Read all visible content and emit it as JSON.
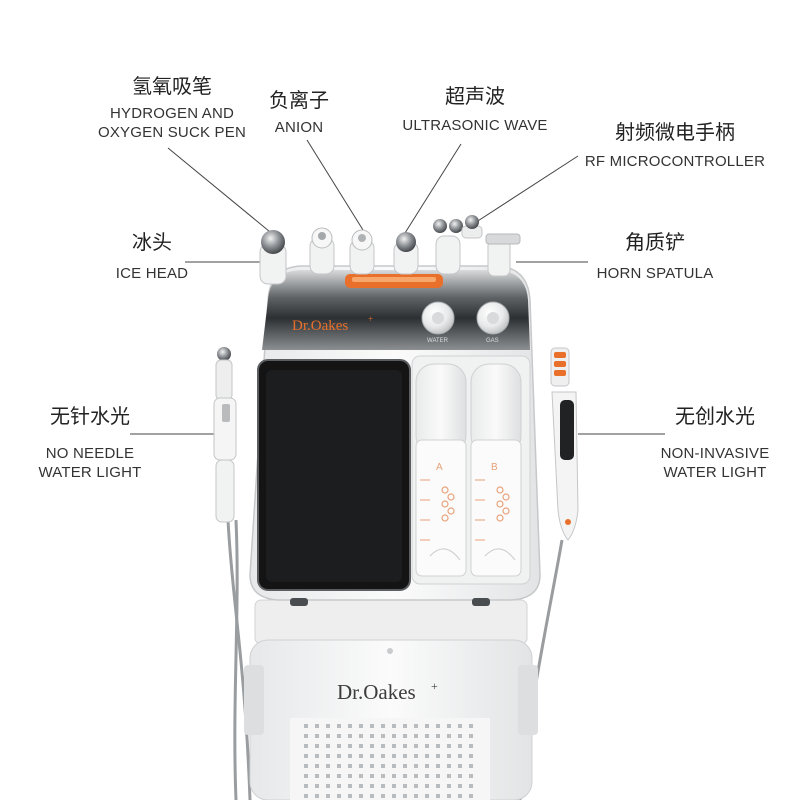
{
  "brand": "Dr.Oakes",
  "knob_labels": {
    "left": "WATER",
    "right": "GAS"
  },
  "bottle_labels": {
    "left": "A",
    "right": "B"
  },
  "callouts": {
    "hydrogen": {
      "zh": "氢氧吸笔",
      "en_line1": "HYDROGEN AND",
      "en_line2": "OXYGEN SUCK PEN"
    },
    "anion": {
      "zh": "负离子",
      "en": "ANION"
    },
    "ultrasonic": {
      "zh": "超声波",
      "en": "ULTRASONIC WAVE"
    },
    "rf": {
      "zh": "射频微电手柄",
      "en": "RF MICROCONTROLLER"
    },
    "ice": {
      "zh": "冰头",
      "en": "ICE HEAD"
    },
    "horn": {
      "zh": "角质铲",
      "en": "HORN SPATULA"
    },
    "no_needle": {
      "zh": "无针水光",
      "en_line1": "NO NEEDLE",
      "en_line2": "WATER LIGHT"
    },
    "non_invasive": {
      "zh": "无创水光",
      "en_line1": "NON-INVASIVE",
      "en_line2": "WATER LIGHT"
    }
  },
  "colors": {
    "accent_orange": "#e8702a",
    "body_white": "#f3f4f4",
    "screen_black": "#141414"
  }
}
